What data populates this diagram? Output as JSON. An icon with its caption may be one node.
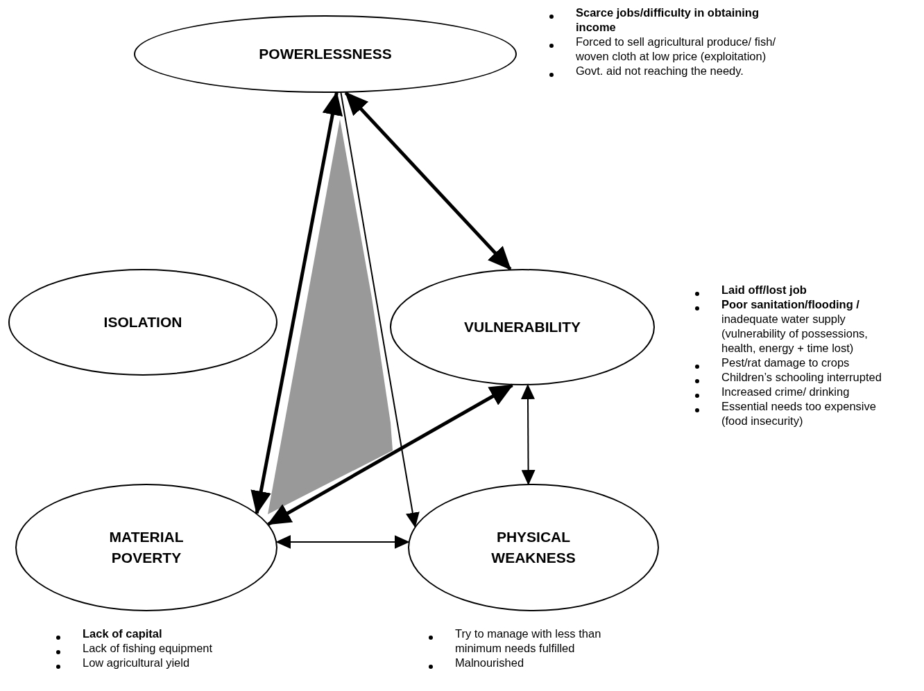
{
  "diagram": {
    "nodes": [
      {
        "text": [
          "POWERLESSNESS"
        ],
        "beside": [
          "**Scarce jobs/difficulty in obtaining income**",
          "Forced to sell agricultural produce/ fish/ woven cloth at low price (exploitation)",
          "Govt. aid not reaching the needy."
        ]
      },
      {
        "text": [
          "ISOLATION"
        ]
      },
      {
        "text": [
          "VULNERABILITY"
        ],
        "beside": [
          "**Laid off/lost job**",
          "**Poor sanitation/flooding /** inadequate water supply (vulnerability of possessions, health, energy + time lost)",
          "Pest/rat damage to crops",
          "Children’s schooling interrupted",
          "Increased crime/ drinking",
          "Essential needs too expensive (food insecurity)"
        ]
      },
      {
        "text": [
          "MATERIAL POVERTY"
        ],
        "beside": [
          "**Lack of capital**",
          "Lack of  fishing equipment",
          "Low agricultural yield"
        ]
      },
      {
        "text": [
          "PHYSICAL WEAKNESS"
        ],
        "beside": [
          "Try to manage with less than minimum needs fulfilled",
          "Malnourished"
        ]
      },
      {
        "text": [],
        "shape": "triangle"
      }
    ],
    "edges": [
      {
        "from": 0,
        "to": 2,
        "arrow": "both",
        "style": "thick"
      },
      {
        "from": 0,
        "to": 3,
        "arrow": "both",
        "style": "thick"
      },
      {
        "from": 0,
        "to": 4,
        "arrow": "to"
      },
      {
        "from": 3,
        "to": 2,
        "arrow": "both",
        "style": "thick"
      },
      {
        "from": 2,
        "to": 4,
        "arrow": "both"
      },
      {
        "from": 3,
        "to": 4,
        "arrow": "both"
      }
    ]
  }
}
